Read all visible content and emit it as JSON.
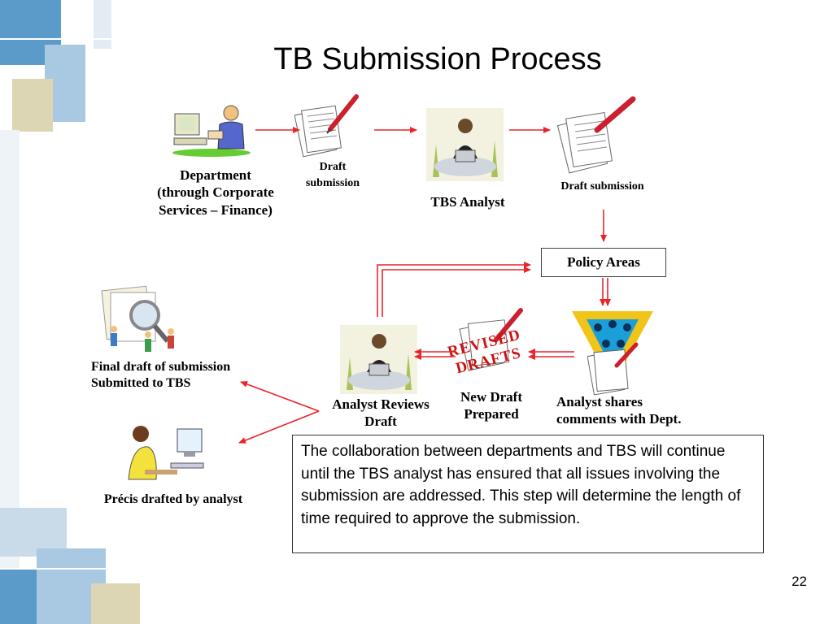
{
  "slide": {
    "title": "TB Submission Process",
    "page_number": "22"
  },
  "nodes": {
    "department": {
      "line1": "Department",
      "line2": "(through Corporate",
      "line3": "Services – Finance)"
    },
    "draft1": {
      "line1": "Draft",
      "line2": "submission"
    },
    "tbs_analyst": "TBS Analyst",
    "draft2": "Draft submission",
    "policy_areas": "Policy Areas",
    "final_draft": {
      "line1": "Final draft of submission",
      "line2": "Submitted to TBS"
    },
    "analyst_reviews": {
      "line1": "Analyst Reviews",
      "line2": "Draft"
    },
    "revised_stamp": {
      "line1": "REVISED",
      "line2": "DRAFTS"
    },
    "new_draft": {
      "line1": "New Draft",
      "line2": "Prepared"
    },
    "analyst_shares": {
      "line1": "Analyst shares",
      "line2": "comments with Dept."
    },
    "precis": "Précis drafted by analyst"
  },
  "note_text": "The collaboration between departments and TBS will continue until the TBS analyst has ensured that all issues involving the submission are addressed.  This step will determine the length of time required to approve the submission.",
  "colors": {
    "arrow": "#e8252a",
    "bg_blue": "#5b9bc9",
    "bg_light_blue": "#a9c9e2",
    "bg_beige": "#dcd6b4",
    "bg_pale": "#e4ecf3"
  },
  "icons": [
    "computer-user-icon",
    "document-pen-icon",
    "analyst-laptop-icon",
    "magnifier-team-icon",
    "meeting-triangle-icon",
    "woman-computer-icon"
  ]
}
